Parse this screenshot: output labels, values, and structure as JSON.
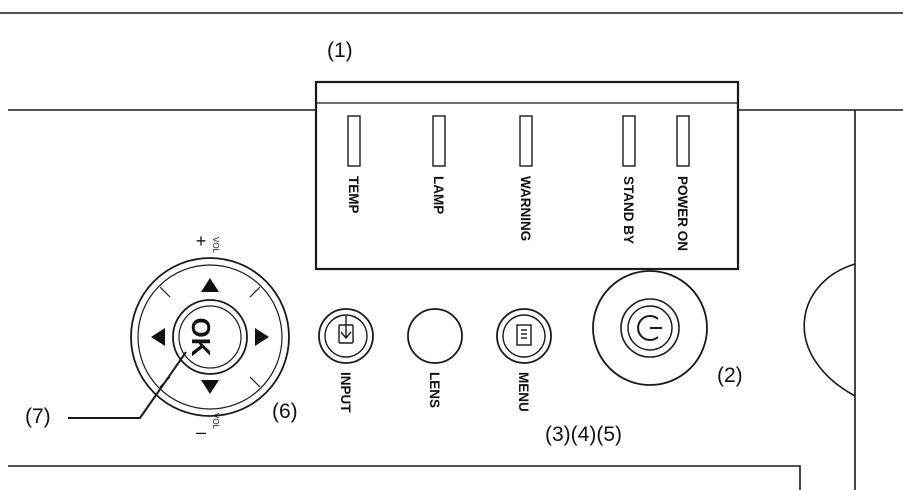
{
  "callouts": {
    "c1": "(1)",
    "c2": "(2)",
    "c345": "(3)(4)(5)",
    "c6": "(6)",
    "c7": "(7)"
  },
  "indicators": [
    {
      "label": "TEMP"
    },
    {
      "label": "LAMP"
    },
    {
      "label": "WARNING"
    },
    {
      "label": "STAND BY"
    },
    {
      "label": "POWER ON"
    }
  ],
  "buttons": {
    "input": "INPUT",
    "lens": "LENS",
    "menu": "MENU",
    "ok": "OK",
    "vol": "VOL",
    "plus": "+",
    "minus": "–"
  },
  "icons": {
    "arrows": [
      "arrow-up-icon",
      "arrow-down-icon",
      "arrow-left-icon",
      "arrow-right-icon"
    ],
    "input": "input-icon",
    "menu": "menu-icon",
    "power": "power-icon"
  },
  "colors": {
    "line": "#1a1a1a",
    "background": "#ffffff"
  }
}
